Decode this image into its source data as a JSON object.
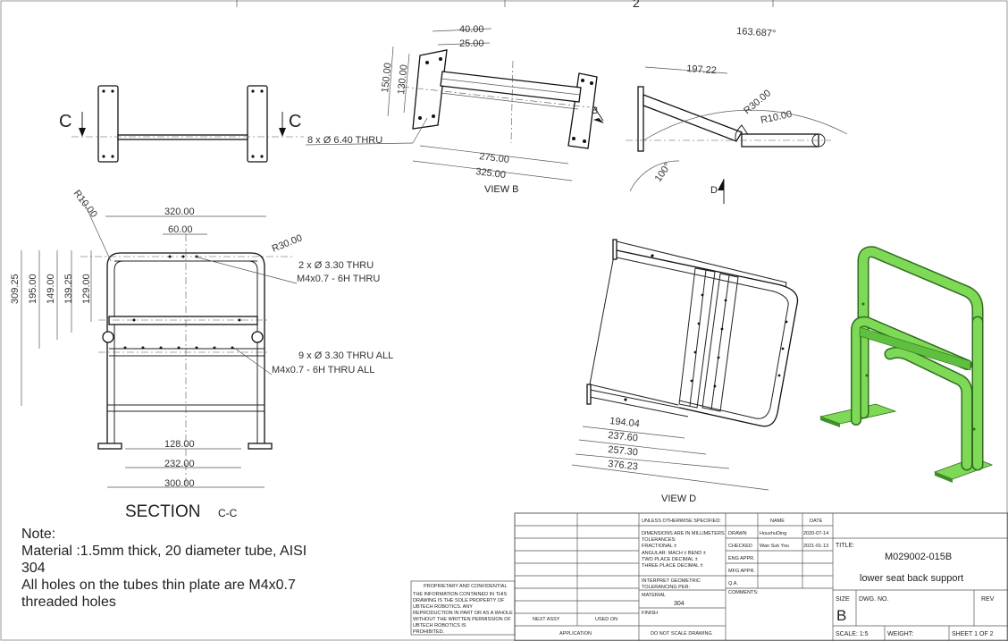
{
  "views": {
    "front": {
      "section_letter_left": "C",
      "section_letter_right": "C"
    },
    "top_iso": {
      "label": "VIEW B",
      "arrow_label": "B",
      "dims": [
        "40.00",
        "25.00",
        "150.00",
        "130.00",
        "275.00",
        "325.00"
      ],
      "hole_callout": "8 x Ø 6.40 THRU"
    },
    "side": {
      "arrow_label": "D",
      "dims": [
        "163.687°",
        "197.22",
        "R30.00",
        "R10.00",
        "100°"
      ]
    },
    "section": {
      "label": "SECTION",
      "label_suffix": "C-C",
      "dims_top": [
        "320.00",
        "60.00"
      ],
      "radius_left": "R10.00",
      "radius_right": "R30.00",
      "dims_left": [
        "309.25",
        "195.00",
        "149.00",
        "139.25",
        "129.00"
      ],
      "dims_bottom": [
        "128.00",
        "232.00",
        "300.00"
      ],
      "callout1": [
        "2 x Ø 3.30 THRU",
        "M4x0.7 - 6H THRU"
      ],
      "callout2": [
        "9 x Ø 3.30 THRU ALL",
        "M4x0.7 - 6H THRU ALL"
      ]
    },
    "view_d": {
      "label": "VIEW D",
      "dims": [
        "194.04",
        "237.60",
        "257.30",
        "376.23"
      ]
    }
  },
  "notes": [
    "Note:",
    "Material :1.5mm thick, 20 diameter tube, AISI",
    "304",
    "All holes on the tubes thin plate are M4x0.7",
    "threaded holes"
  ],
  "title_block": {
    "unless": "UNLESS OTHERWISE SPECIFIED:",
    "dims_in_mm": "DIMENSIONS ARE IN MILLIMETERS",
    "tolerances": "TOLERANCES:",
    "fractional": "FRACTIONAL ±",
    "angular": "ANGULAR: MACH ±   BEND ±",
    "two_place": "TWO PLACE DECIMAL   ±",
    "three_place": "THREE PLACE DECIMAL  ±",
    "interpret": "INTERPRET GEOMETRIC",
    "tolerancing": "TOLERANCING PER:",
    "material_label": "MATERIAL",
    "material_value": "304",
    "finish_label": "FINISH",
    "do_not_scale": "DO NOT SCALE DRAWING",
    "name_header": "NAME",
    "date_header": "DATE",
    "drawn_label": "DRAWN",
    "drawn_name": "HouzhuDing",
    "drawn_date": "2020-07-14",
    "checked_label": "CHECKED",
    "checked_name": "Wan Suk You",
    "checked_date": "2021-01-13",
    "eng_appr": "ENG APPR.",
    "mfg_appr": "MFG APPR.",
    "qa": "Q.A.",
    "comments": "COMMENTS:",
    "title_label": "TITLE:",
    "part_number": "M029002-015B",
    "part_name": "lower seat back support",
    "size_label": "SIZE",
    "size_value": "B",
    "dwg_no_label": "DWG.  NO.",
    "rev_label": "REV",
    "scale": "SCALE: 1:5",
    "weight": "WEIGHT:",
    "sheet": "SHEET 1 OF 2",
    "next_assy": "NEXT ASSY",
    "used_on": "USED ON",
    "application": "APPLICATION",
    "proprietary_title": "PROPRIETARY AND CONFIDENTIAL",
    "proprietary_lines": [
      "THE INFORMATION CONTAINED IN THIS",
      "DRAWING IS THE SOLE PROPERTY OF",
      "UBTECH ROBOTICS.  ANY",
      "REPRODUCTION IN PART OR AS A WHOLE",
      "WITHOUT THE WRITTEN PERMISSION OF",
      "UBTECH ROBOTICS IS",
      "PROHIBITED."
    ],
    "zone_number": "2"
  },
  "colors": {
    "line": "#222222",
    "render_fill": "#7ed957",
    "render_shadow": "#3f8f2a"
  }
}
